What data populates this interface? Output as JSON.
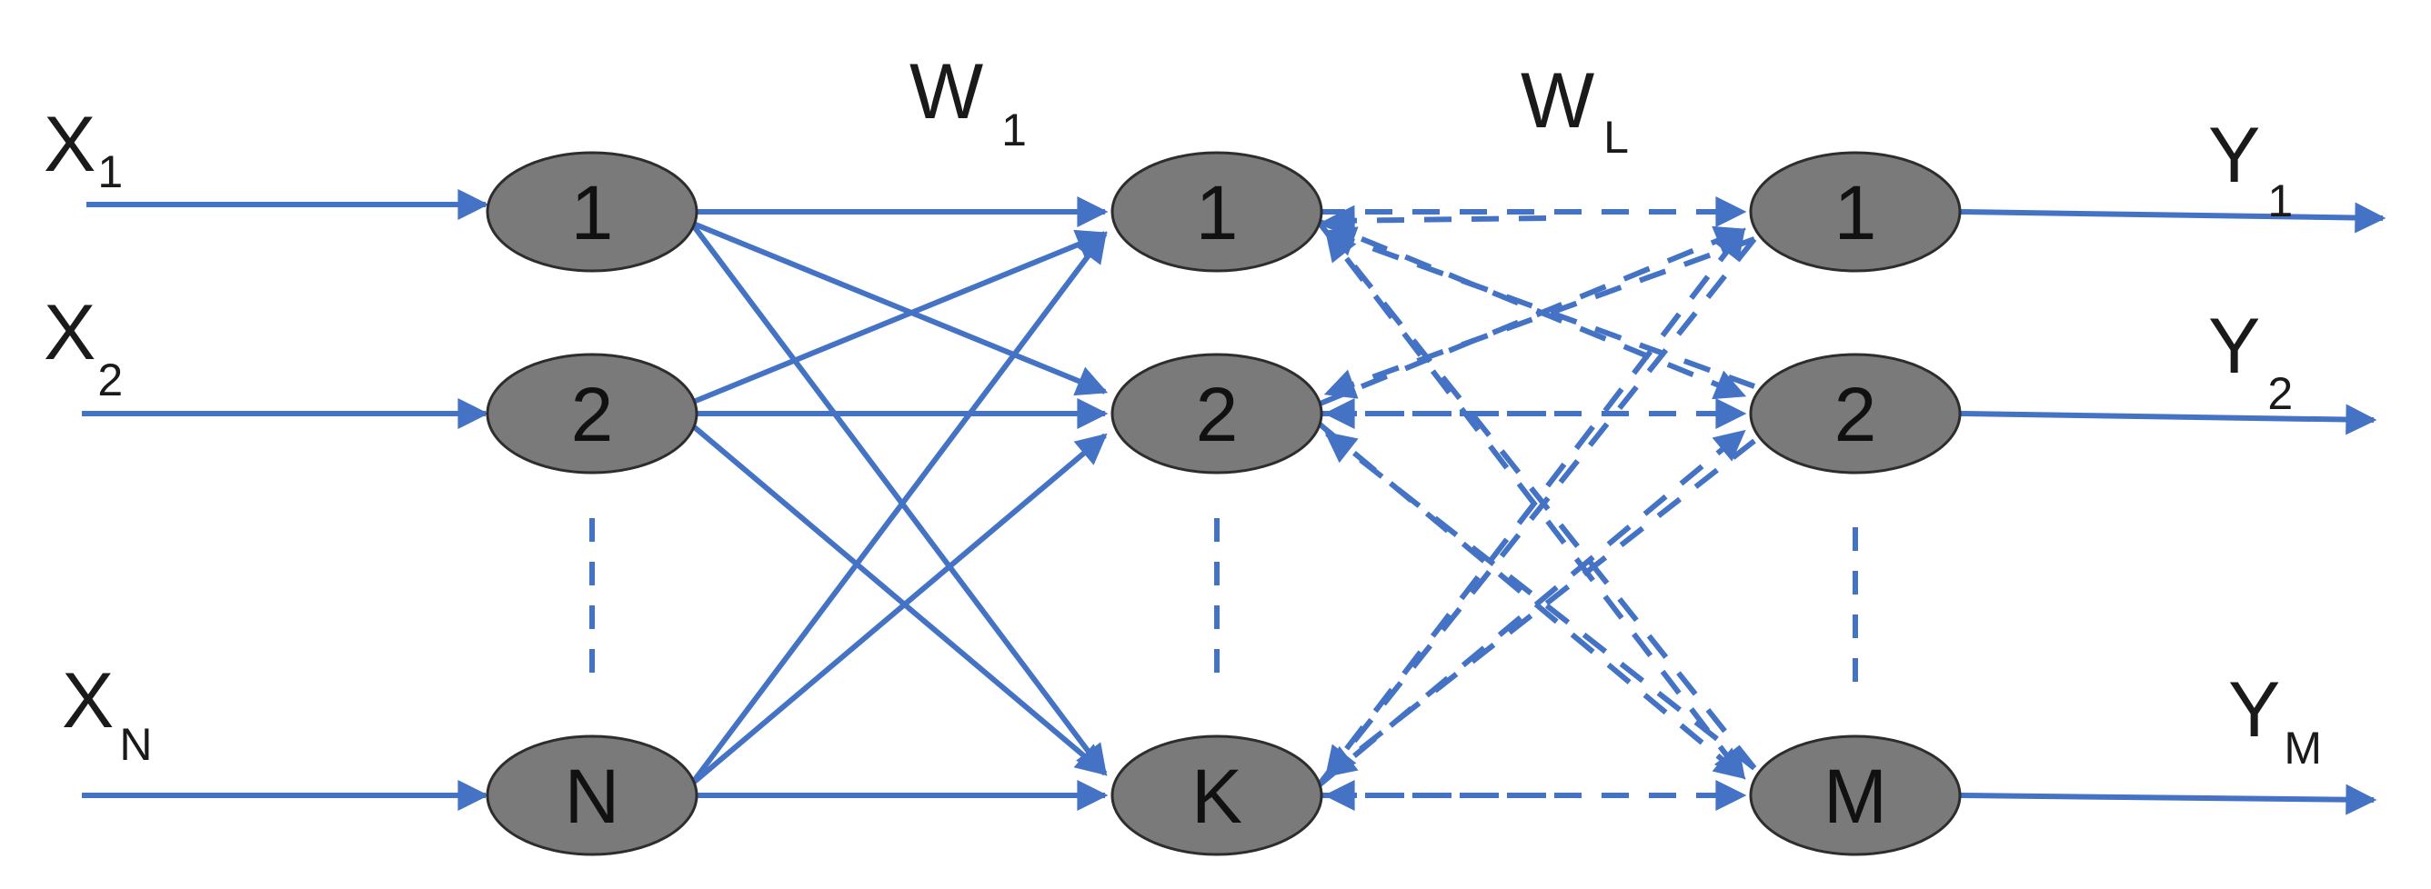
{
  "inputs": {
    "x1": {
      "main": "X",
      "sub": "1"
    },
    "x2": {
      "main": "X",
      "sub": "2"
    },
    "xn": {
      "main": "X",
      "sub": "N"
    }
  },
  "weights": {
    "w1": {
      "main": "W",
      "sub": "1"
    },
    "wl": {
      "main": "W",
      "sub": "L"
    }
  },
  "outputs": {
    "y1": {
      "main": "Y",
      "sub": "1"
    },
    "y2": {
      "main": "Y",
      "sub": "2"
    },
    "ym": {
      "main": "Y",
      "sub": "M"
    }
  },
  "layers": {
    "input": [
      "1",
      "2",
      "N"
    ],
    "hidden": [
      "1",
      "2",
      "K"
    ],
    "output": [
      "1",
      "2",
      "M"
    ]
  },
  "colors": {
    "edge": "#4472c4",
    "node_fill": "#7a7a7a",
    "node_stroke": "#2d2d2d"
  }
}
